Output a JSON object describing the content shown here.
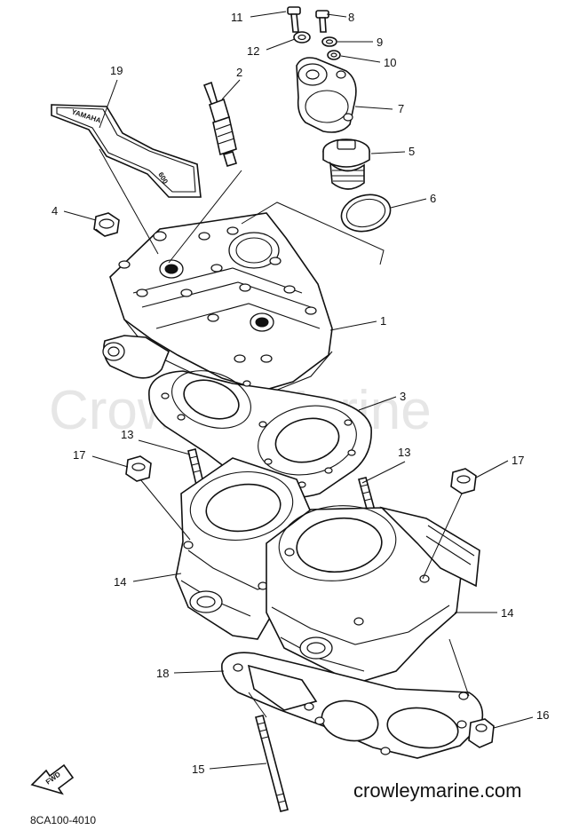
{
  "watermark": "Crowley Marine",
  "footer": {
    "site": "crowleymarine.com",
    "diagram_code": "8CA100-4010",
    "fwd_label": "FWD"
  },
  "decal": {
    "brand_text": "YAMAHA",
    "model_text": "600"
  },
  "callouts": {
    "c1": "1",
    "c2": "2",
    "c3": "3",
    "c4": "4",
    "c5": "5",
    "c6": "6",
    "c7": "7",
    "c8": "8",
    "c9": "9",
    "c10": "10",
    "c11": "11",
    "c12": "12",
    "c13a": "13",
    "c13b": "13",
    "c14a": "14",
    "c14b": "14",
    "c15": "15",
    "c16": "16",
    "c17a": "17",
    "c17b": "17",
    "c18": "18",
    "c19": "19"
  }
}
